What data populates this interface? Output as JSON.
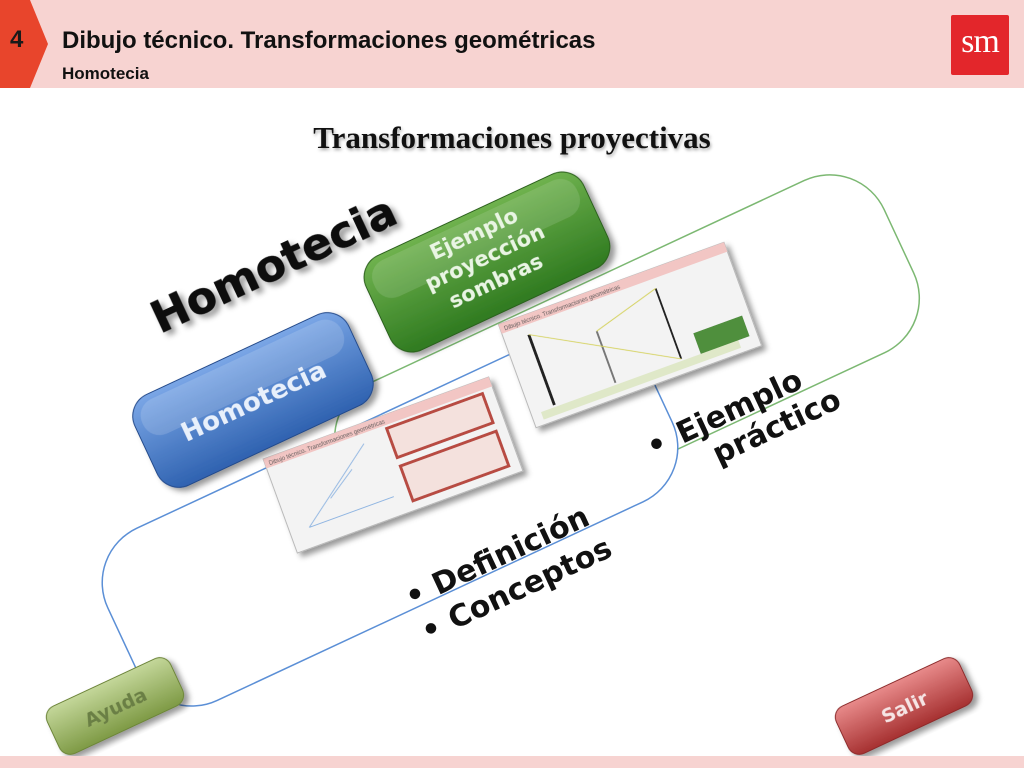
{
  "header": {
    "chapter_number": "4",
    "title": "Dibujo técnico. Transformaciones geométricas",
    "subtitle": "Homotecia",
    "logo_text": "sm",
    "accent_color": "#e8452c",
    "band_color": "#f7d3d1"
  },
  "main_title": "Transformaciones proyectivas",
  "diagram": {
    "group_label": "Homotecia",
    "card_left": {
      "button_label": "Homotecia",
      "button_color": "#3a74c4",
      "thumbnail_header": "Dibujo técnico. Transformaciones geométricas",
      "bullets": [
        "Definición",
        "Conceptos"
      ]
    },
    "card_right": {
      "button_lines": [
        "Ejemplo",
        "proyección",
        "sombras"
      ],
      "button_color": "#3f8a2c",
      "thumbnail_header": "Dibujo técnico. Transformaciones geométricas",
      "bullets": [
        "Ejemplo",
        "práctico"
      ]
    }
  },
  "nav": {
    "help_label": "Ayuda",
    "exit_label": "Salir"
  }
}
